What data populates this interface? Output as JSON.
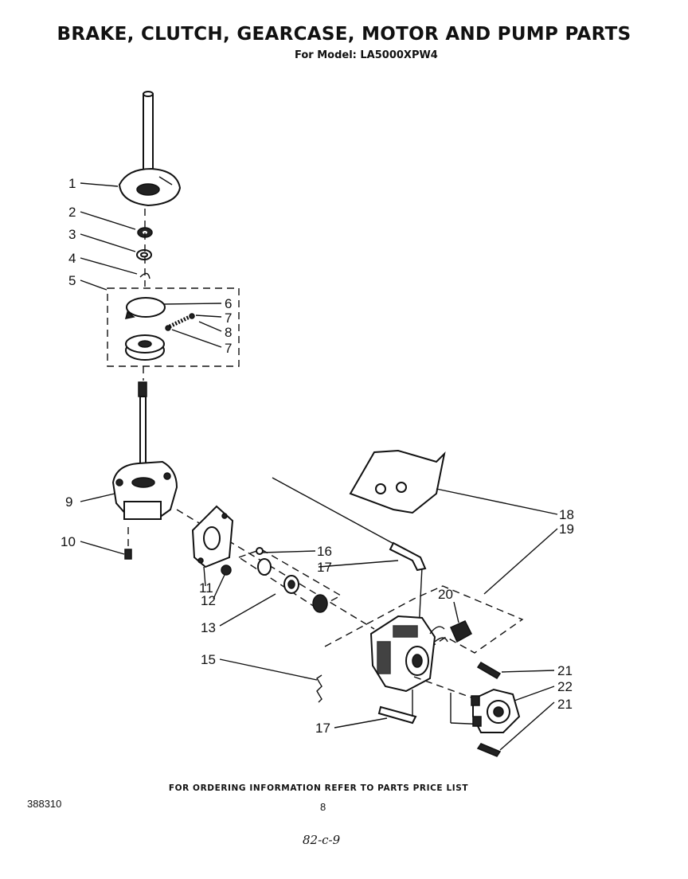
{
  "header": {
    "title": "BRAKE, CLUTCH, GEARCASE, MOTOR AND PUMP PARTS",
    "subtitle": "For Model: LA5000XPW4"
  },
  "callouts": [
    {
      "id": "c1",
      "label": "1"
    },
    {
      "id": "c2",
      "label": "2"
    },
    {
      "id": "c3",
      "label": "3"
    },
    {
      "id": "c4",
      "label": "4"
    },
    {
      "id": "c5",
      "label": "5"
    },
    {
      "id": "c6",
      "label": "6"
    },
    {
      "id": "c7a",
      "label": "7"
    },
    {
      "id": "c8",
      "label": "8"
    },
    {
      "id": "c7b",
      "label": "7"
    },
    {
      "id": "c9",
      "label": "9"
    },
    {
      "id": "c10",
      "label": "10"
    },
    {
      "id": "c11",
      "label": "11"
    },
    {
      "id": "c12",
      "label": "12"
    },
    {
      "id": "c13",
      "label": "13"
    },
    {
      "id": "c15",
      "label": "15"
    },
    {
      "id": "c16",
      "label": "16"
    },
    {
      "id": "c17a",
      "label": "17"
    },
    {
      "id": "c17b",
      "label": "17"
    },
    {
      "id": "c18",
      "label": "18"
    },
    {
      "id": "c19",
      "label": "19"
    },
    {
      "id": "c20",
      "label": "20"
    },
    {
      "id": "c21a",
      "label": "21"
    },
    {
      "id": "c22",
      "label": "22"
    },
    {
      "id": "c21b",
      "label": "21"
    }
  ],
  "footer": {
    "ordering_note": "FOR ORDERING INFORMATION REFER TO PARTS PRICE LIST",
    "doc_number": "388310",
    "page_number": "8",
    "handwritten": "82-c-9"
  }
}
